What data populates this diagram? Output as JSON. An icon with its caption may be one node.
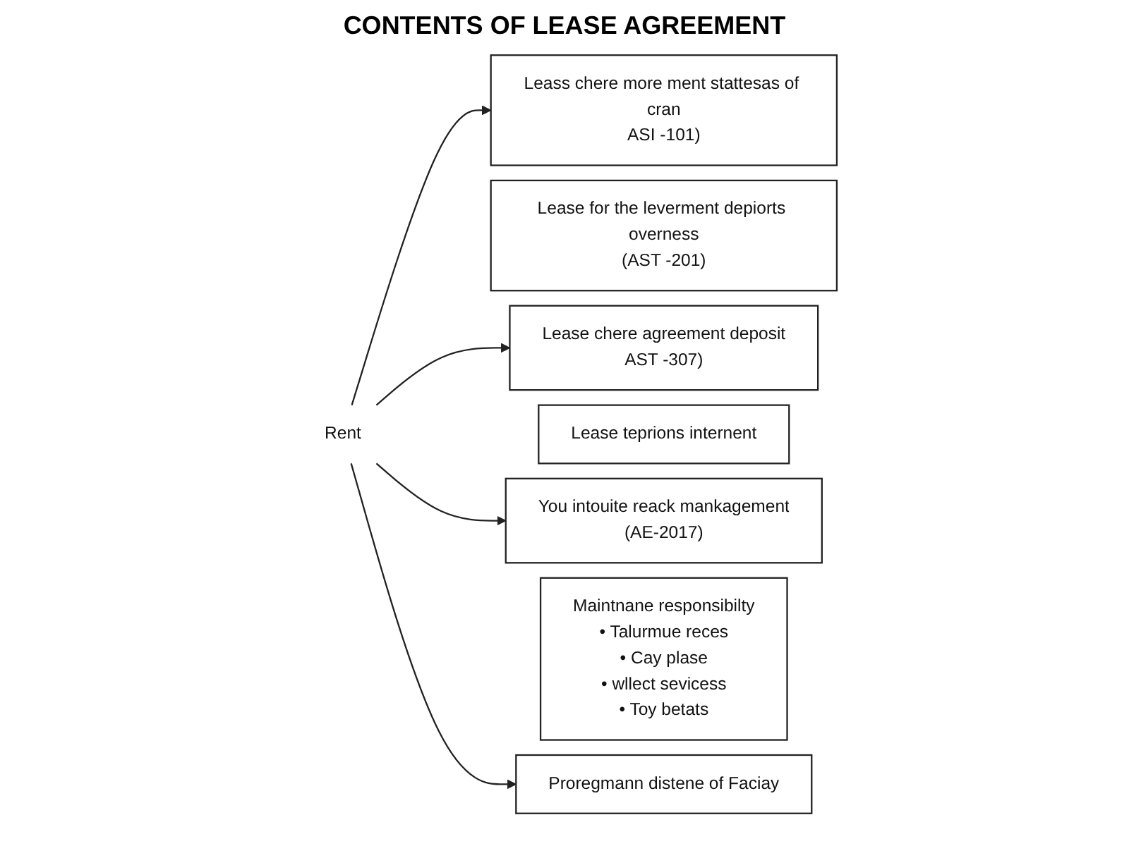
{
  "diagram": {
    "title": "CONTENTS OF LEASE AGREEMENT",
    "nodes": [
      {
        "text": [
          "Rent"
        ]
      },
      {
        "text": [
          "Leass chere more ment stattesas of cran",
          "ASI -101)"
        ]
      },
      {
        "text": [
          "Lease for the leverment depiorts overness",
          "(AST -201)"
        ]
      },
      {
        "text": [
          "Lease chere agreement deposit",
          "AST -307)"
        ]
      },
      {
        "text": [
          "Lease teprions internent"
        ]
      },
      {
        "text": [
          "You intouite reack mankagement",
          "(AE-2017)"
        ]
      },
      {
        "text": [
          "Maintnane responsibilty",
          "• Talurmue reces",
          "• Cay plase",
          "• wllect sevicess",
          "• Toy betats"
        ]
      },
      {
        "text": [
          "Proregmann distene of Faciay"
        ]
      }
    ],
    "edges": [
      {
        "from": 0,
        "to": 1,
        "arrow": "to"
      },
      {
        "from": 0,
        "to": 3,
        "arrow": "to"
      },
      {
        "from": 0,
        "to": 5,
        "arrow": "to"
      },
      {
        "from": 0,
        "to": 7,
        "arrow": "to"
      }
    ]
  }
}
